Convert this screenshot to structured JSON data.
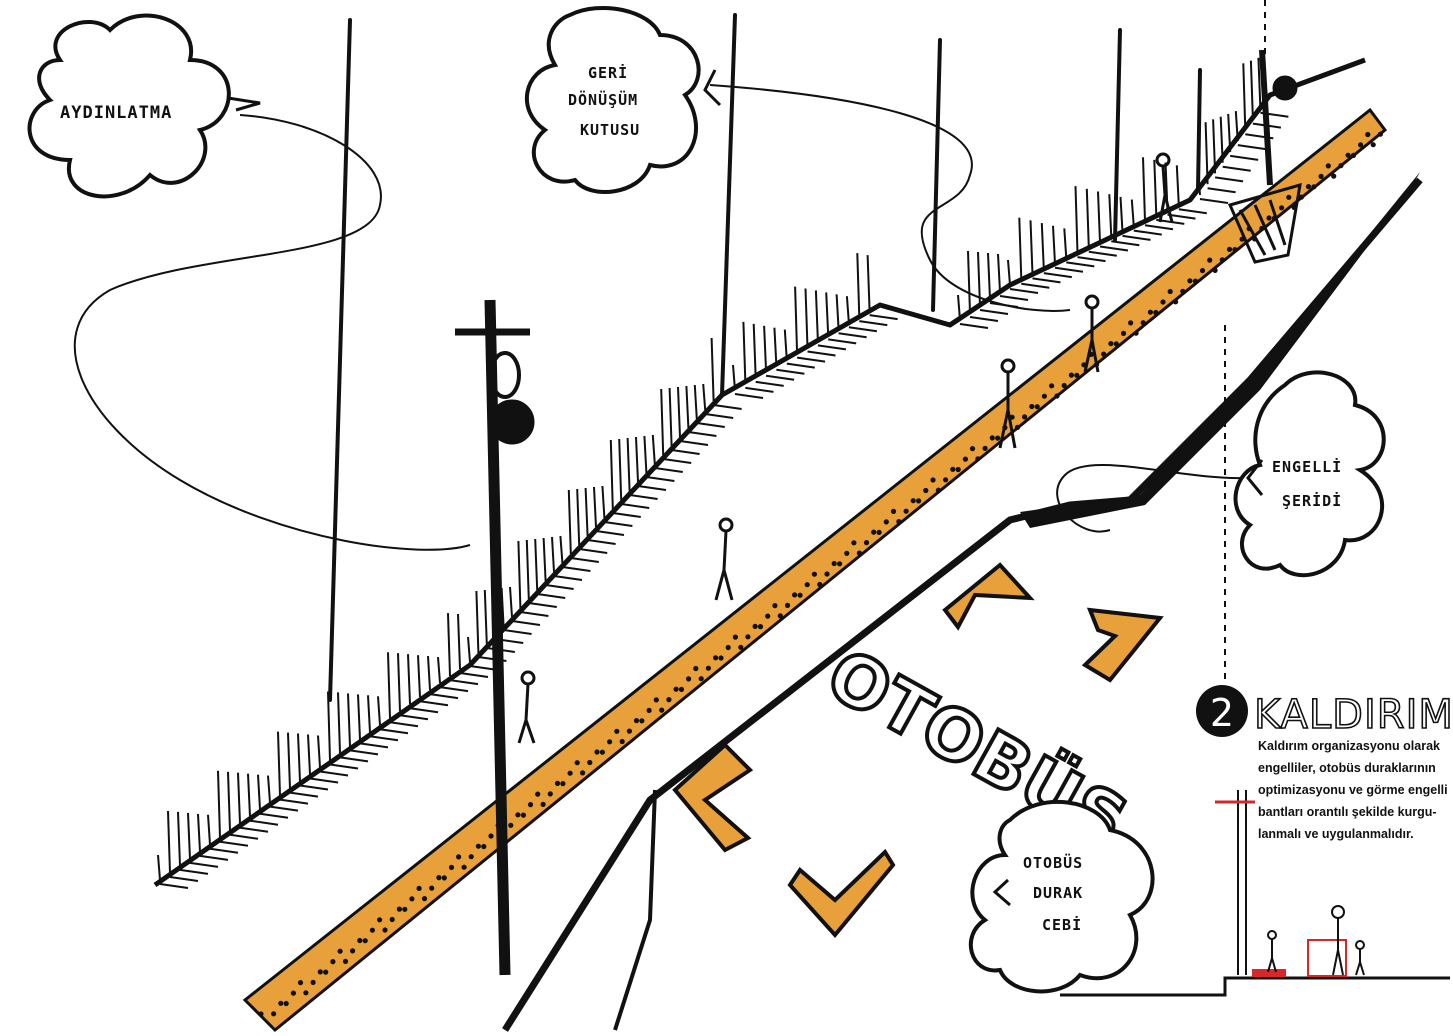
{
  "callouts": {
    "aydinlatma": "AYDINLATMA",
    "geri_line1": "GERİ",
    "geri_line2": "DÖNÜŞÜM",
    "geri_line3": "KUTUSU",
    "engelli_line1": "ENGELLİ",
    "engelli_line2": "ŞERİDİ",
    "durak_line1": "OTOBÜS",
    "durak_line2": "DURAK",
    "durak_line3": "CEBİ"
  },
  "road_marking": "OTOBÜS",
  "info": {
    "number": "2",
    "heading": "KALDIRIM",
    "body_lines": [
      "Kaldırım organizasyonu olarak",
      "engelliler, otobüs duraklarının",
      "optimizasyonu ve görme engelli",
      "bantları orantılı şekilde kurgu-",
      "lanmalı ve uygulanmalıdır."
    ]
  },
  "colors": {
    "tactile_strip": "#E8A03A",
    "ink": "#111111",
    "accent_red": "#D62828"
  }
}
